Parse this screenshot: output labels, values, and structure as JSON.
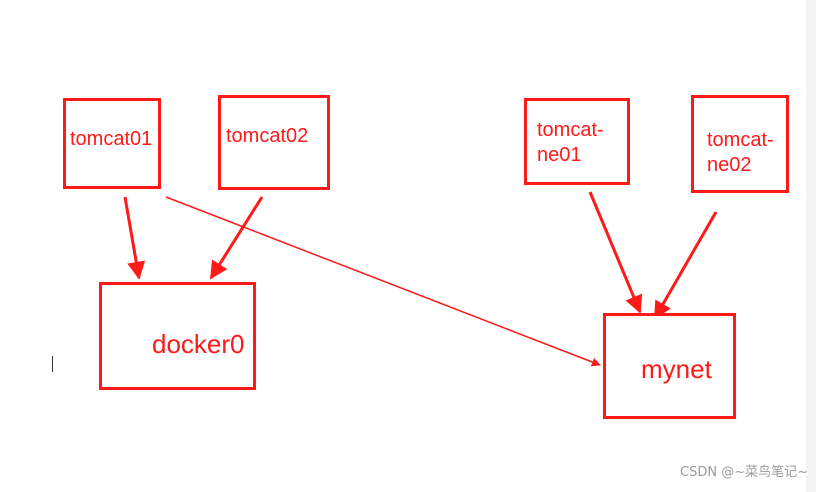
{
  "diagram": {
    "accent_color": "#ff1a1a",
    "nodes": {
      "tomcat01": {
        "label": "tomcat01"
      },
      "tomcat02": {
        "label": "tomcat02"
      },
      "tomcat_ne01": {
        "label": "tomcat-\nne01"
      },
      "tomcat_ne02": {
        "label": "tomcat-\nne02"
      },
      "docker0": {
        "label": "docker0"
      },
      "mynet": {
        "label": "mynet"
      }
    },
    "edges": [
      {
        "from": "tomcat01",
        "to": "docker0"
      },
      {
        "from": "tomcat02",
        "to": "docker0"
      },
      {
        "from": "tomcat01",
        "to": "mynet"
      },
      {
        "from": "tomcat_ne01",
        "to": "mynet"
      },
      {
        "from": "tomcat_ne02",
        "to": "mynet"
      }
    ]
  },
  "watermark": "CSDN @~菜鸟笔记~"
}
